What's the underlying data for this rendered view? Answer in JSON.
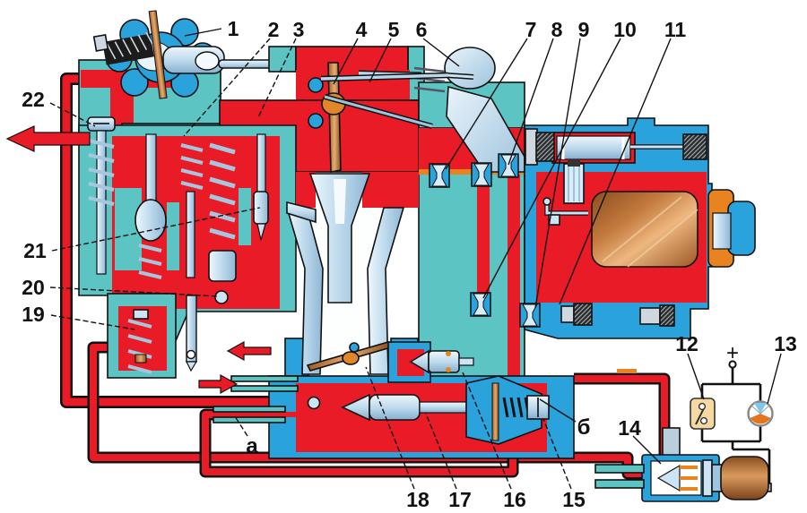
{
  "callouts": {
    "c1": "1",
    "c2": "2",
    "c3": "3",
    "c4": "4",
    "c5": "5",
    "c6": "6",
    "c7": "7",
    "c8": "8",
    "c9": "9",
    "c10": "10",
    "c11": "11",
    "c12": "12",
    "c13": "13",
    "c14": "14",
    "c15": "15",
    "c16": "16",
    "c17": "17",
    "c18": "18",
    "c19": "19",
    "c20": "20",
    "c21": "21",
    "c22": "22",
    "ca": "а",
    "cb": "б",
    "plus": "+"
  },
  "colors": {
    "teal": "#5cc5c3",
    "red": "#e81b26",
    "blue": "#2aa2dc",
    "metal": "#cde4f4",
    "metal-dark": "#8fb6d4",
    "copper": "#c37a3e",
    "orange": "#e8831f",
    "tan": "#f6d9a2",
    "wire": "#111111",
    "lamp-blue": "#7cc8ee",
    "lamp-orange": "#e0761e",
    "outline": "#111111"
  }
}
